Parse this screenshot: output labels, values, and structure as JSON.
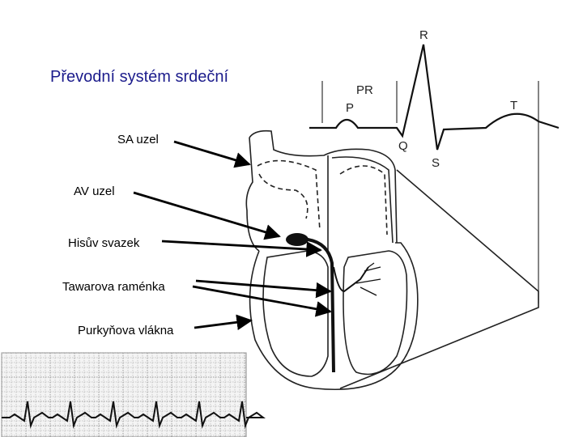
{
  "title": "Převodní systém srdeční",
  "labels": {
    "sa_node": "SA uzel",
    "av_node": "AV uzel",
    "his_bundle": "Hisův svazek",
    "tawara_branches": "Tawarova raménka",
    "purkinje_fibers": "Purkyňova vlákna"
  },
  "waveform": {
    "r": "R",
    "pr": "PR",
    "p": "P",
    "t": "T",
    "q": "Q",
    "s": "S"
  },
  "colors": {
    "title": "#1c1c8c",
    "ecg_grid_line": "#999999",
    "ecg_trace": "#111111"
  }
}
